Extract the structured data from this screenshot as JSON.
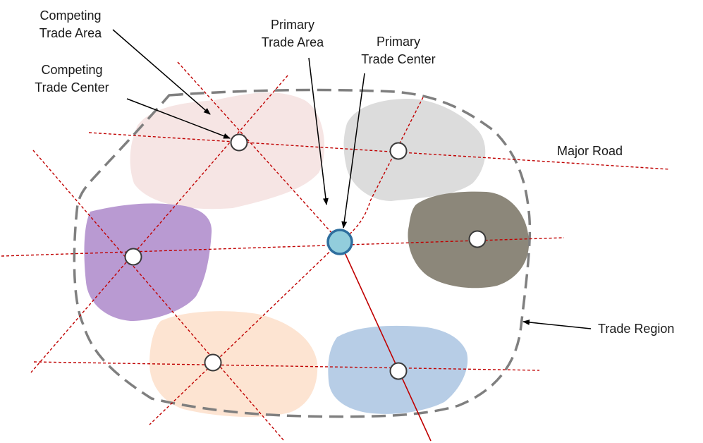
{
  "labels": {
    "competing_trade_area": [
      "Competing",
      "Trade Area"
    ],
    "competing_trade_center": [
      "Competing",
      "Trade Center"
    ],
    "primary_trade_area": [
      "Primary",
      "Trade Area"
    ],
    "primary_trade_center": [
      "Primary",
      "Trade Center"
    ],
    "major_road": "Major Road",
    "trade_region": "Trade Region"
  },
  "colors": {
    "region_border": "#7f7f7f",
    "road_dashed": "#c00000",
    "road_solid": "#c00000",
    "center_fill": "#ffffff",
    "center_stroke": "#3a3a3a",
    "primary_center_fill": "#92cddc",
    "primary_center_stroke": "#2e6e9e",
    "area_pink": "#f6e5e4",
    "area_gray": "#dcdcdc",
    "area_purple": "#b99ad2",
    "area_taupe": "#8c877a",
    "area_peach": "#fde4d2",
    "area_blue": "#b7cde6",
    "arrow": "#000000"
  }
}
